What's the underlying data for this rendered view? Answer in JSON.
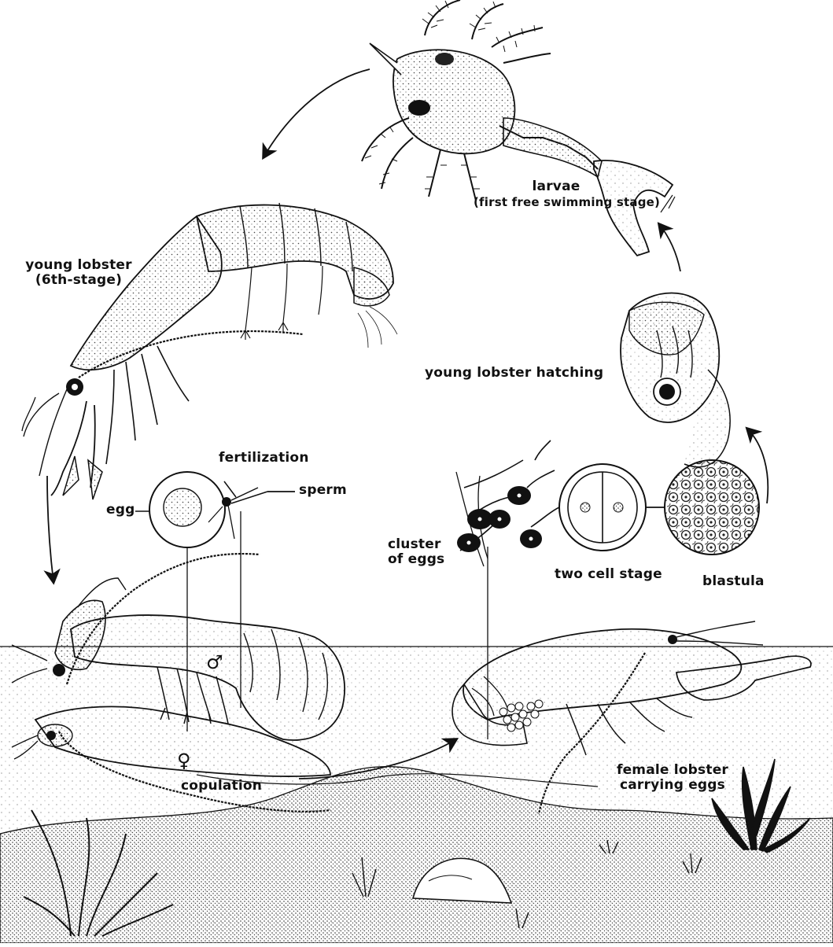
{
  "labels": {
    "larvae": {
      "line1": "larvae",
      "line2": "(first free swimming stage)"
    },
    "young_lobster": {
      "line1": "young lobster",
      "line2": "(6th-stage)"
    },
    "hatching": "young lobster hatching",
    "fertilization": "fertilization",
    "egg": "egg",
    "sperm": "sperm",
    "cluster_of_eggs": {
      "line1": "cluster",
      "line2": "of eggs"
    },
    "two_cell_stage": "two cell stage",
    "blastula": "blastula",
    "copulation": "copulation",
    "female_carrying": {
      "line1": "female lobster",
      "line2": "carrying eggs"
    },
    "male_symbol": "♂",
    "female_symbol": "♀"
  },
  "colors": {
    "ink": "#111111",
    "paper": "#ffffff",
    "stipple": "#555555"
  }
}
